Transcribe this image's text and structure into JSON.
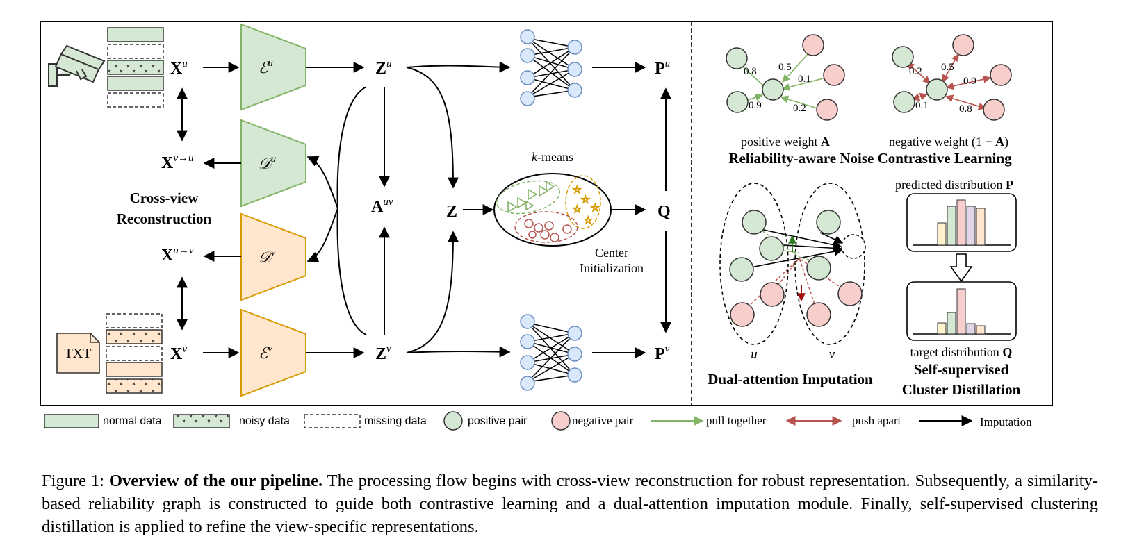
{
  "symbols": {
    "x_u": "X",
    "x_u_sup": "u",
    "x_vu": "X",
    "x_vu_sup": "v→u",
    "x_uv": "X",
    "x_uv_sup": "u→v",
    "x_v": "X",
    "x_v_sup": "v",
    "enc_u": "ℰ",
    "enc_u_sup": "u",
    "dec_u": "𝒟",
    "dec_u_sup": "u",
    "dec_v": "𝒟",
    "dec_v_sup": "v",
    "enc_v": "ℰ",
    "enc_v_sup": "v",
    "z_u": "Z",
    "z_u_sup": "u",
    "z_v": "Z",
    "z_v_sup": "v",
    "z": "Z",
    "a_uv": "A",
    "a_uv_sup": "uv",
    "p_u": "P",
    "p_u_sup": "u",
    "p_v": "P",
    "p_v_sup": "v",
    "q": "Q"
  },
  "labels": {
    "cross_view_1": "Cross-view",
    "cross_view_2": "Reconstruction",
    "kmeans_k": "k",
    "kmeans_rest": "-means",
    "center_1": "Center",
    "center_2": "Initialization",
    "txt": "TXT",
    "pos_weight": "positive weight",
    "pos_weight_sym": "A",
    "neg_weight_pre": "negative weight (1 −",
    "neg_weight_sym": "A",
    "neg_weight_post": ")",
    "rancl_title": "Reliability-aware Noise Contrastive Learning",
    "pred_dist": "predicted distribution",
    "pred_dist_sym": "P",
    "target_dist": "target distribution",
    "target_dist_sym": "Q",
    "dual_title": "Dual-attention Imputation",
    "dual_u": "u",
    "dual_v": "v",
    "ssd_title_1": "Self-supervised",
    "ssd_title_2": "Cluster Distillation"
  },
  "edge_weights": {
    "pos": [
      "0.8",
      "0.5",
      "0.1",
      "0.9",
      "0.2"
    ],
    "neg": [
      "0.2",
      "0.5",
      "0.9",
      "0.1",
      "0.8"
    ]
  },
  "legend": {
    "normal": "normal data",
    "noisy": "noisy data",
    "missing": "missing data",
    "positive": "positive pair",
    "negative": "negative pair",
    "pull": "pull together",
    "push": "push apart",
    "imputation": "Imputation"
  },
  "caption": {
    "prefix": "Figure 1: ",
    "bold": "Overview of the our pipeline.",
    "text": " The processing flow begins with cross-view reconstruction for robust representation. Subsequently, a similarity-based reliability graph is constructed to guide both contrastive learning and a dual-attention imputation module. Finally, self-supervised clustering distillation is applied to refine the view-specific representations."
  },
  "colors": {
    "green_fill": "#d5e8d4",
    "green_stroke": "#82b366",
    "orange_fill": "#ffe6cc",
    "orange_stroke": "#d79b00",
    "pink_fill": "#f8cecc",
    "red_stroke": "#b85450",
    "blue_fill": "#dae8fc",
    "blue_stroke": "#6c8ebf",
    "yellow_fill": "#fff2cc",
    "purple_fill": "#e1d5e7"
  }
}
